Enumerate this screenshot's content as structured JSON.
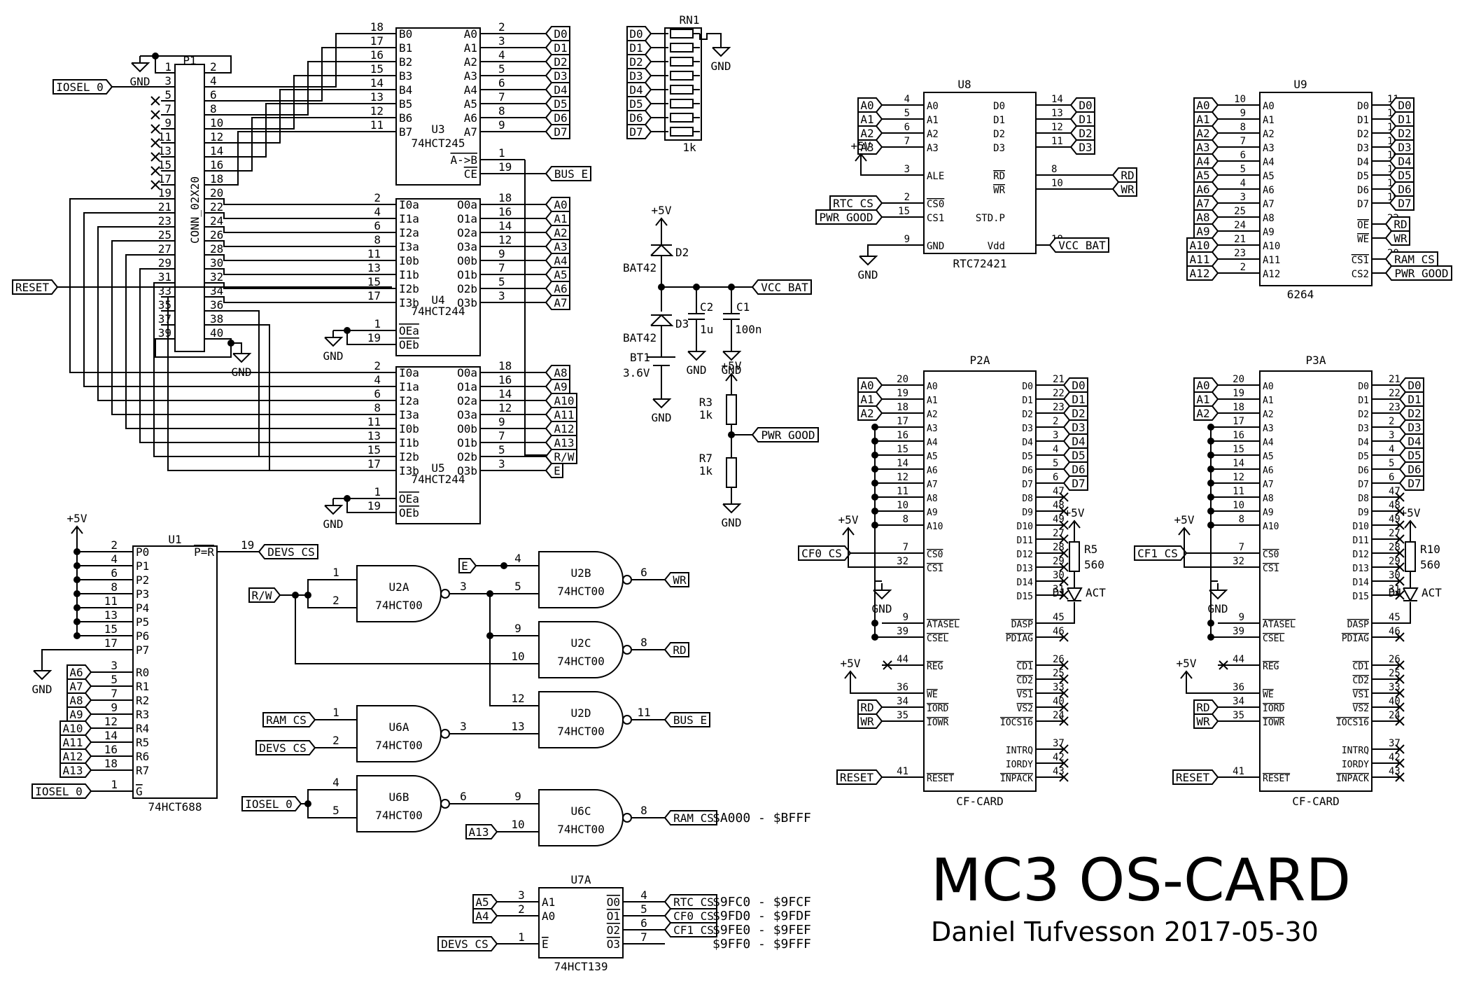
{
  "title": "MC3 OS-CARD",
  "author_line": "Daniel Tufvesson 2017-05-30",
  "net_labels": {
    "iosel": "IOSEL_0",
    "reset": "RESET",
    "gnd": "GND",
    "vcc": "+5V",
    "bus_e": "BUS_E",
    "vcc_bat": "VCC_BAT",
    "pwr_good": "PWR_GOOD",
    "rtc_cs": "RTC_CS",
    "ram_cs": "RAM_CS",
    "devs_cs": "DEVS_CS",
    "cf0_cs": "CF0_CS",
    "cf1_cs": "CF1_CS",
    "rd": "RD",
    "wr": "WR",
    "rw": "R/W",
    "e": "E",
    "p_eq_r": "P=R"
  },
  "connector_p1": {
    "ref": "P1",
    "value": "CONN_02X20"
  },
  "u3": {
    "ref": "U3",
    "value": "74HCT245",
    "b_pins": [
      "B0",
      "B1",
      "B2",
      "B3",
      "B4",
      "B5",
      "B6",
      "B7"
    ],
    "a_pins": [
      "A0",
      "A1",
      "A2",
      "A3",
      "A4",
      "A5",
      "A6",
      "A7"
    ],
    "b_nums": [
      "18",
      "17",
      "16",
      "15",
      "14",
      "13",
      "12",
      "11"
    ],
    "a_nums": [
      "2",
      "3",
      "4",
      "5",
      "6",
      "7",
      "8",
      "9"
    ],
    "dir_pin": "A->B",
    "ce_pin": "CE",
    "dir_num": "1",
    "ce_num": "19",
    "nets": [
      "D0",
      "D1",
      "D2",
      "D3",
      "D4",
      "D5",
      "D6",
      "D7"
    ]
  },
  "u4": {
    "ref": "U4",
    "value": "74HCT244",
    "in_pins": [
      "I0a",
      "I1a",
      "I2a",
      "I3a",
      "I0b",
      "I1b",
      "I2b",
      "I3b"
    ],
    "out_pins": [
      "O0a",
      "O1a",
      "O2a",
      "O3a",
      "O0b",
      "O1b",
      "O2b",
      "O3b"
    ],
    "in_nums": [
      "2",
      "4",
      "6",
      "8",
      "11",
      "13",
      "15",
      "17"
    ],
    "out_nums": [
      "18",
      "16",
      "14",
      "12",
      "9",
      "7",
      "5",
      "3"
    ],
    "nets": [
      "A0",
      "A1",
      "A2",
      "A3",
      "A4",
      "A5",
      "A6",
      "A7"
    ]
  },
  "u5": {
    "ref": "U5",
    "value": "74HCT244",
    "nets": [
      "A8",
      "A9",
      "A10",
      "A11",
      "A12",
      "A13",
      "R/W",
      "E"
    ]
  },
  "oe_pins": [
    "OEa",
    "OEb"
  ],
  "rn1": {
    "ref": "RN1",
    "value": "1k"
  },
  "power": {
    "d2": "D2",
    "d3": "D3",
    "d_value": "BAT42",
    "bt1": "BT1",
    "bt1_value": "3.6V",
    "c2": "C2",
    "c2_value": "1u",
    "c1": "C1",
    "c1_value": "100n",
    "r3": "R3",
    "r7": "R7",
    "r_value": "1k"
  },
  "u8": {
    "ref": "U8",
    "value": "RTC72421",
    "left_pins": [
      "A0",
      "A1",
      "A2",
      "A3",
      "ALE",
      "CS0",
      "CS1",
      "GND"
    ],
    "left_nums": [
      "4",
      "5",
      "6",
      "7",
      "3",
      "2",
      "15",
      "9"
    ],
    "right_pins": [
      "D0",
      "D1",
      "D2",
      "D3",
      "RD",
      "WR",
      "STD.P",
      "Vdd"
    ],
    "right_nums": [
      "14",
      "13",
      "12",
      "11",
      "8",
      "10",
      "",
      "18"
    ]
  },
  "u9": {
    "ref": "U9",
    "value": "6264",
    "left_pins": [
      "A0",
      "A1",
      "A2",
      "A3",
      "A4",
      "A5",
      "A6",
      "A7",
      "A8",
      "A9",
      "A10",
      "A11",
      "A12"
    ],
    "left_nums": [
      "10",
      "9",
      "8",
      "7",
      "6",
      "5",
      "4",
      "3",
      "25",
      "24",
      "21",
      "23",
      "2"
    ],
    "right_pins": [
      "D0",
      "D1",
      "D2",
      "D3",
      "D4",
      "D5",
      "D6",
      "D7",
      "OE",
      "WE",
      "CS1",
      "CS2"
    ],
    "right_nums": [
      "11",
      "12",
      "13",
      "15",
      "16",
      "17",
      "18",
      "19",
      "22",
      "27",
      "20",
      "26"
    ]
  },
  "cf": {
    "p2a": "P2A",
    "p3a": "P3A",
    "value": "CF-CARD",
    "left_pins": [
      "A0",
      "A1",
      "A2",
      "A3",
      "A4",
      "A5",
      "A6",
      "A7",
      "A8",
      "A9",
      "A10",
      "CS0",
      "CS1",
      "ATASEL",
      "CSEL",
      "REG",
      "WE",
      "IORD",
      "IOWR",
      "RESET"
    ],
    "left_nums": [
      "20",
      "19",
      "18",
      "17",
      "16",
      "15",
      "14",
      "12",
      "11",
      "10",
      "8",
      "7",
      "32",
      "9",
      "39",
      "44",
      "36",
      "34",
      "35",
      "41"
    ],
    "right_pins": [
      "D0",
      "D1",
      "D2",
      "D3",
      "D4",
      "D5",
      "D6",
      "D7",
      "D8",
      "D9",
      "D10",
      "D11",
      "D12",
      "D13",
      "D14",
      "D15",
      "DASP",
      "PDIAG",
      "CD1",
      "CD2",
      "VS1",
      "VS2",
      "IOCS16",
      "INTRQ",
      "IORDY",
      "INPACK"
    ],
    "right_nums": [
      "21",
      "22",
      "23",
      "2",
      "3",
      "4",
      "5",
      "6",
      "47",
      "48",
      "49",
      "27",
      "28",
      "29",
      "30",
      "31",
      "45",
      "46",
      "26",
      "25",
      "33",
      "40",
      "24",
      "37",
      "42",
      "43"
    ],
    "r5": "R5",
    "r10": "R10",
    "r_led_value": "560",
    "d1": "D1",
    "d4": "D4",
    "led_value": "ACT"
  },
  "u1": {
    "ref": "U1",
    "value": "74HCT688",
    "p_pins": [
      "P0",
      "P1",
      "P2",
      "P3",
      "P4",
      "P5",
      "P6",
      "P7"
    ],
    "p_nums": [
      "2",
      "4",
      "6",
      "8",
      "11",
      "13",
      "15",
      "17"
    ],
    "r_pins": [
      "R0",
      "R1",
      "R2",
      "R3",
      "R4",
      "R5",
      "R6",
      "R7"
    ],
    "r_nums": [
      "3",
      "5",
      "7",
      "9",
      "12",
      "14",
      "16",
      "18"
    ],
    "r_nets": [
      "A6",
      "A7",
      "A8",
      "A9",
      "A10",
      "A11",
      "A12",
      "A13"
    ],
    "g_pin": "G",
    "g_num": "1",
    "out_num": "19"
  },
  "gates": [
    {
      "ref": "U2A",
      "value": "74HCT00"
    },
    {
      "ref": "U2B",
      "value": "74HCT00"
    },
    {
      "ref": "U2C",
      "value": "74HCT00"
    },
    {
      "ref": "U2D",
      "value": "74HCT00"
    },
    {
      "ref": "U6A",
      "value": "74HCT00"
    },
    {
      "ref": "U6B",
      "value": "74HCT00"
    },
    {
      "ref": "U6C",
      "value": "74HCT00"
    }
  ],
  "u7a": {
    "ref": "U7A",
    "value": "74HCT139",
    "in_pins": [
      "A1",
      "A0",
      "E"
    ],
    "out_pins": [
      "O0",
      "O1",
      "O2",
      "O3"
    ]
  },
  "address_ranges": [
    "$A000 - $BFFF",
    "$9FC0 - $9FCF",
    "$9FD0 - $9FDF",
    "$9FE0 - $9FEF",
    "$9FF0 - $9FFF"
  ]
}
